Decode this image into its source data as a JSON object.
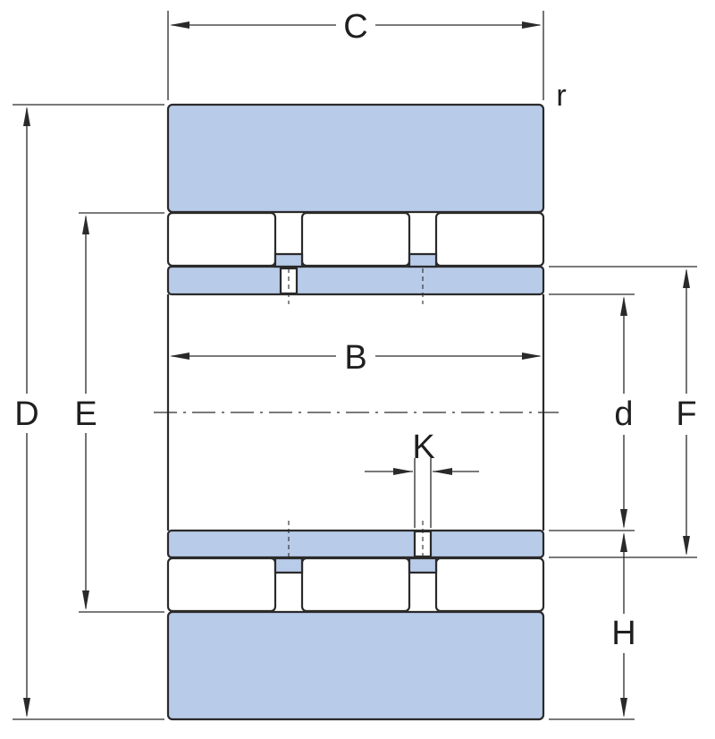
{
  "labels": {
    "C": "C",
    "r": "r",
    "B": "B",
    "D": "D",
    "E": "E",
    "d": "d",
    "F": "F",
    "K": "K",
    "H": "H"
  },
  "colors": {
    "part_fill": "#b8cbe9",
    "outline": "#2a2a2a"
  }
}
